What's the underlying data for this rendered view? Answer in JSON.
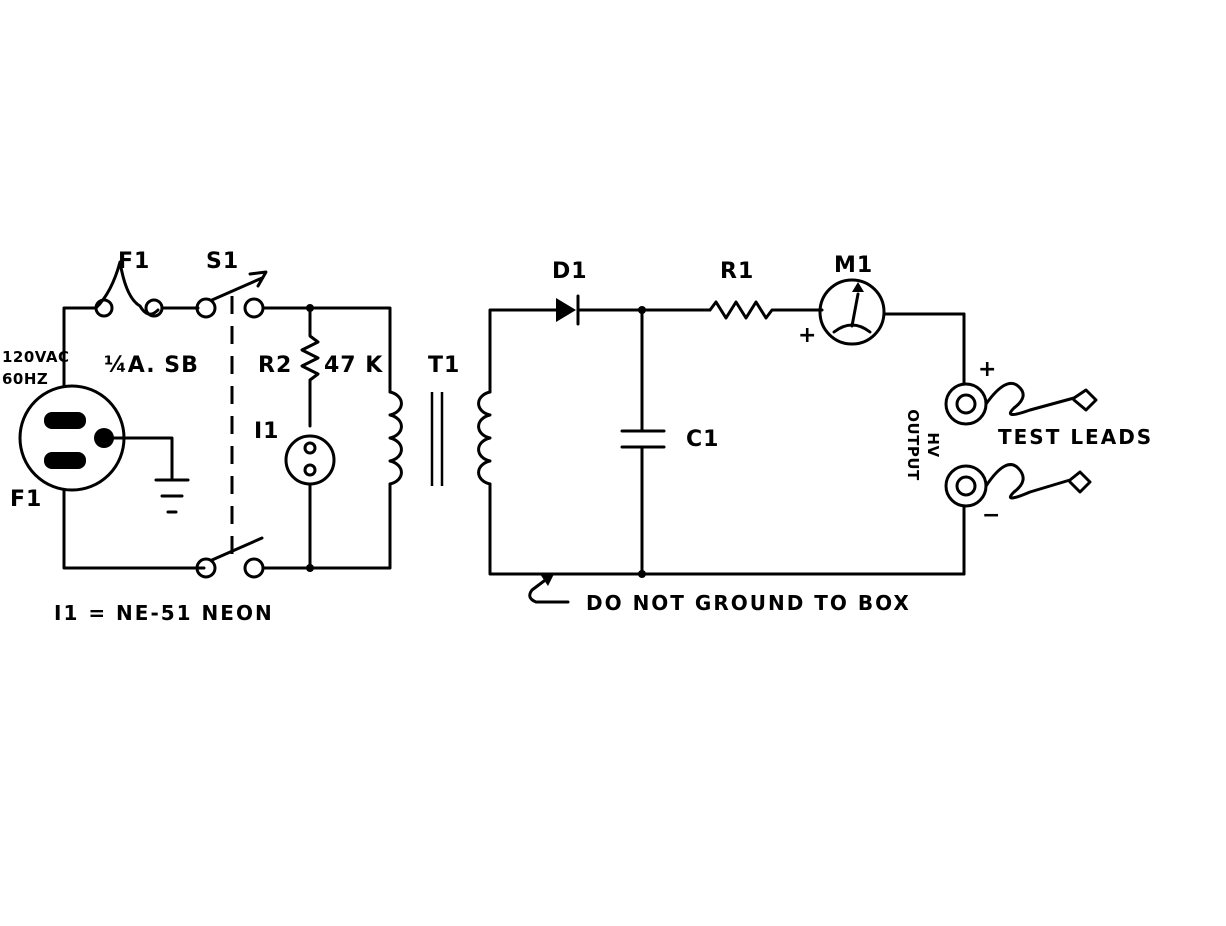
{
  "diagram": {
    "labels": {
      "fuse_top": "F1",
      "switch": "S1",
      "diode": "D1",
      "resistor_r1": "R1",
      "meter": "M1",
      "resistor_r2": "R2",
      "r2_value": "47 K",
      "transformer": "T1",
      "neon": "I1",
      "capacitor": "C1",
      "plug": "F1",
      "fuse_rating": "¼A. SB",
      "mains_voltage": "120VAC",
      "mains_freq": "60HZ",
      "meter_plus": "+",
      "out_plus": "+",
      "out_minus": "−",
      "output_line1": "HV",
      "output_line2": "OUTPUT",
      "test_leads": "TEST LEADS",
      "neon_note": "I1 = NE-51 NEON",
      "ground_note": "DO NOT GROUND TO BOX"
    }
  }
}
